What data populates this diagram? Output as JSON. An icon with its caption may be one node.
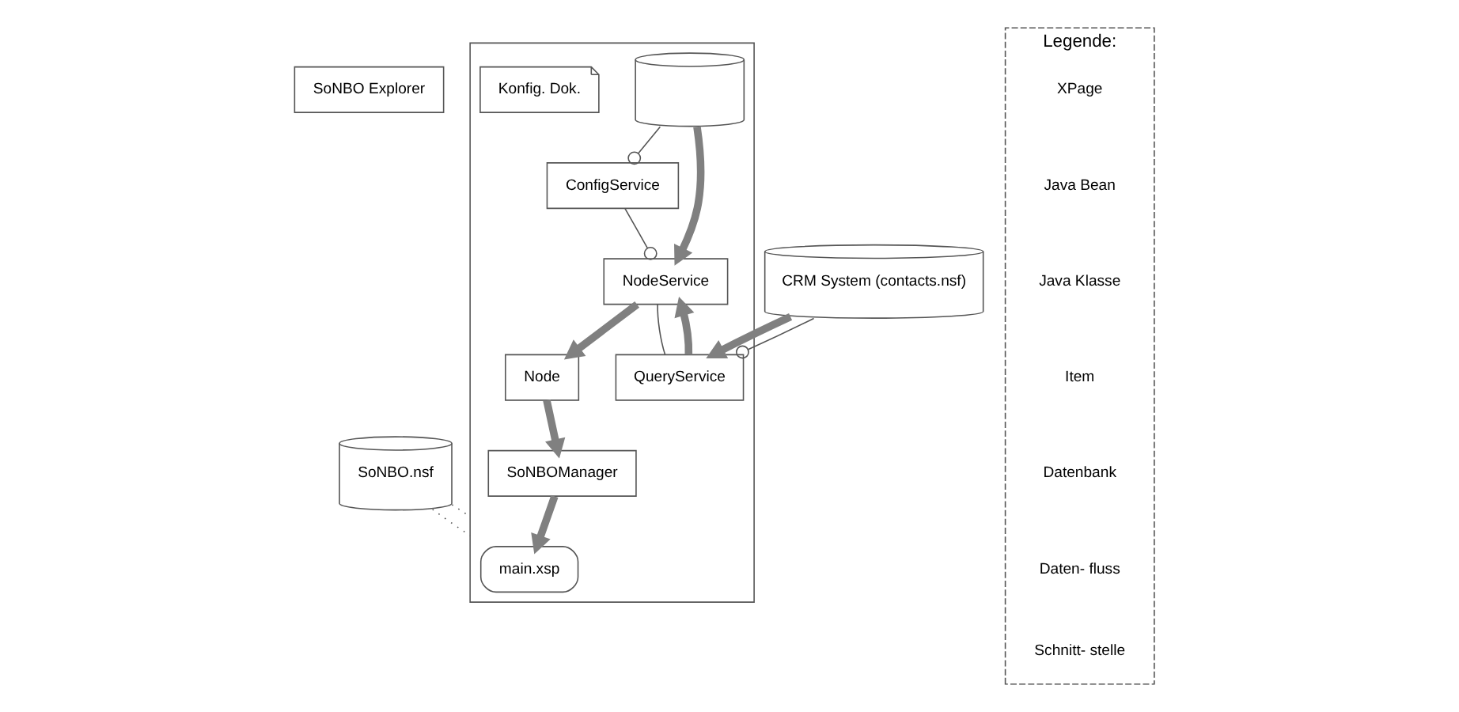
{
  "diagram": {
    "nodes": [
      {
        "text": [
          "SoNBO Explorer"
        ]
      },
      {
        "text": [
          "SoNBO.nsf"
        ]
      },
      {
        "text": [],
        "shape": "box"
      },
      {
        "text": [
          "main.xsp"
        ],
        "in": 2
      },
      {
        "text": [
          "SoNBOManager"
        ],
        "in": 2
      },
      {
        "text": [
          "Node"
        ],
        "in": 2
      },
      {
        "text": [
          "ConfigService"
        ],
        "in": 2
      },
      {
        "text": [
          "NodeService"
        ],
        "in": 2
      },
      {
        "text": [],
        "shape": "cylinder",
        "in": 2
      },
      {
        "text": [
          "Konfig. Dok."
        ],
        "in": 2
      },
      {
        "text": [
          "QueryService"
        ],
        "in": 2
      },
      {
        "text": [
          "CRM System (contacts.nsf)"
        ]
      },
      {
        "text": [
          "Legende:"
        ]
      }
    ],
    "edges": [
      {
        "from": 1,
        "to": 2,
        "arrow": "none",
        "style": "dashed"
      },
      {
        "from": 1,
        "to": 2,
        "arrow": "none",
        "style": "dashed"
      },
      {
        "from": 4,
        "to": 3,
        "arrow": "to",
        "style": "thick"
      },
      {
        "from": 5,
        "to": 4,
        "arrow": "to",
        "style": "thick"
      },
      {
        "from": 7,
        "to": 5,
        "arrow": "to",
        "style": "thick"
      },
      {
        "from": 6,
        "to": 7,
        "arrow": "other"
      },
      {
        "from": 8,
        "to": 6,
        "arrow": "other"
      },
      {
        "from": 8,
        "to": 7,
        "arrow": "to",
        "style": "thick"
      },
      {
        "from": 7,
        "to": 10,
        "arrow": "none"
      },
      {
        "from": 10,
        "to": 7,
        "arrow": "to",
        "style": "thick"
      },
      {
        "from": 11,
        "to": 10,
        "arrow": "to",
        "style": "thick"
      },
      {
        "from": 11,
        "to": 10,
        "arrow": "other"
      }
    ],
    "legend": [
      {
        "text": "XPage"
      },
      {
        "text": "Java Bean"
      },
      {
        "text": "Java Klasse"
      },
      {
        "text": "Item"
      },
      {
        "text": "Datenbank"
      },
      {
        "text": "Daten- fluss"
      },
      {
        "text": "Schnitt- stelle"
      }
    ]
  }
}
